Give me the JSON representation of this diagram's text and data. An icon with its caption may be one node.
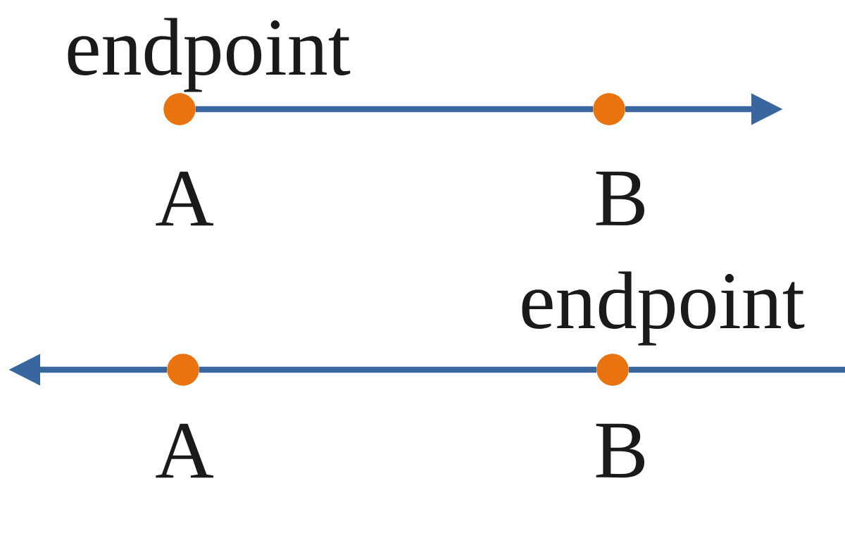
{
  "diagram": {
    "nodes": [
      {
        "text": [],
        "shape": "circle",
        "beside": [
          "endpoint",
          "A"
        ]
      },
      {
        "text": [],
        "shape": "circle",
        "beside": [
          "B"
        ]
      },
      {
        "text": [],
        "shape": "circle",
        "beside": [
          "A"
        ]
      },
      {
        "text": [],
        "shape": "circle",
        "beside": [
          "endpoint",
          "B"
        ]
      }
    ],
    "edges": [
      {
        "from": 0,
        "to": 1,
        "arrow": "none"
      },
      {
        "from": 1,
        "to": null,
        "arrow": "to"
      },
      {
        "from": 3,
        "to": 2,
        "arrow": "none"
      },
      {
        "from": 2,
        "to": null,
        "arrow": "to"
      },
      {
        "from": 3,
        "to": null,
        "arrow": "none"
      }
    ]
  }
}
